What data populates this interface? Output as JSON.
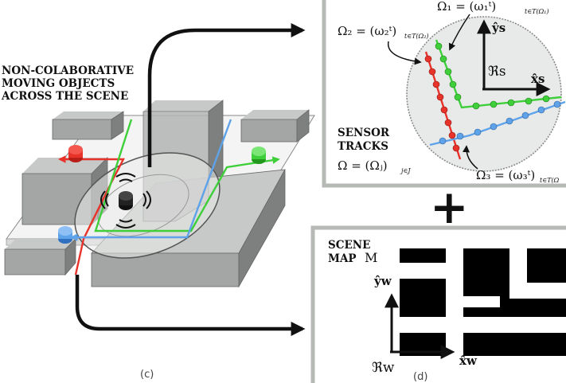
{
  "left_label": [
    "NON-COLABORATIVE",
    "MOVING OBJECTS",
    "ACROSS THE SCENE"
  ],
  "sensor_panel": {
    "omega1": "Ω₁ = (ω₁ᵗ)",
    "omega1_sub": "t∈T(Ω₁)",
    "omega2": "Ω₂ = (ω₂ᵗ)",
    "omega2_sub": "t∈T(Ω₂)",
    "omega3": "Ω₃ = (ω₃ᵗ)",
    "omega3_sub": "t∈T(Ω",
    "title": [
      "SENSOR",
      "TRACKS"
    ],
    "set_formula": "Ω = (Ωⱼ)",
    "set_sub": "j∈J",
    "axis_y": "ŷs",
    "axis_x": "x̂s",
    "frame": "ℜs"
  },
  "map_panel": {
    "title": [
      "SCENE",
      "MAP"
    ],
    "map_symbol": "M",
    "axis_y": "ŷw",
    "axis_x": "x̂w",
    "frame": "ℜw"
  },
  "plus": "+",
  "captions": {
    "left": "(c)",
    "right": "(d)"
  },
  "colors": {
    "red": "#e8332a",
    "green": "#3fcf3a",
    "blue": "#5ea2ea",
    "panel_border": "#b6b9b6",
    "block": "#9c9f9d"
  }
}
